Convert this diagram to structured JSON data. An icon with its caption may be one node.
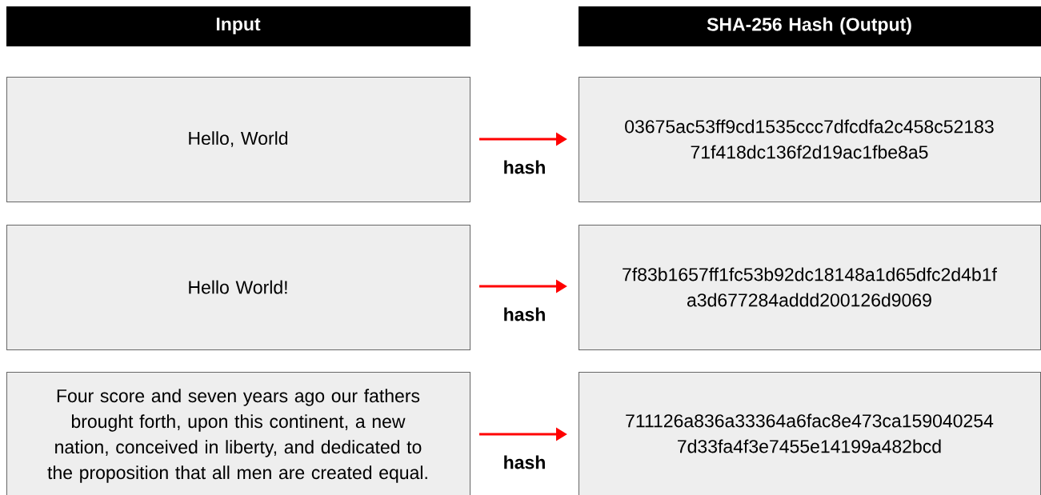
{
  "diagram": {
    "nodes": [
      {
        "text": [
          "Input"
        ]
      },
      {
        "text": [
          "SHA-256 Hash (Output)"
        ]
      },
      {
        "text": [
          "Hello, World"
        ]
      },
      {
        "text": [
          "03675ac53ff9cd1535ccc7dfcdfa2c458c52183 71f418dc136f2d19ac1fbe8a5"
        ]
      },
      {
        "text": [
          "Hello World!"
        ]
      },
      {
        "text": [
          "7f83b1657ff1fc53b92dc18148a1d65dfc2d4b1f a3d677284addd200126d9069"
        ]
      },
      {
        "text": [
          "Four score and seven years ago our fathers brought forth, upon this continent, a new nation, conceived in liberty, and dedicated to the proposition that all men are created equal."
        ]
      },
      {
        "text": [
          "711126a836a33364a6fac8e473ca159040254 7d33fa4f3e7455e14199a482bcd"
        ]
      }
    ],
    "edges": [
      {
        "from": 2,
        "to": 3,
        "arrow": "to",
        "label": "hash"
      },
      {
        "from": 4,
        "to": 5,
        "arrow": "to",
        "label": "hash"
      },
      {
        "from": 6,
        "to": 7,
        "arrow": "to",
        "label": "hash"
      }
    ]
  }
}
